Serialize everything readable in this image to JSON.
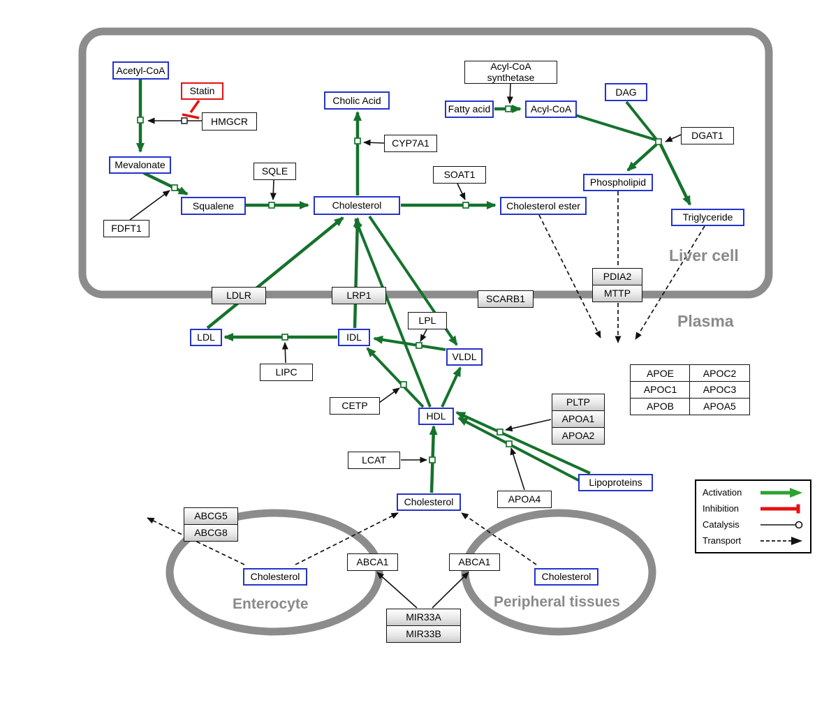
{
  "regions": {
    "liver": "Liver cell",
    "plasma": "Plasma",
    "enterocyte": "Enterocyte",
    "peripheral": "Peripheral tissues"
  },
  "nodes": {
    "acetyl_coa": "Acetyl-CoA",
    "statin": "Statin",
    "hmgcr": "HMGCR",
    "mevalonate": "Mevalonate",
    "fdft1": "FDFT1",
    "squalene": "Squalene",
    "sqle": "SQLE",
    "cholic_acid": "Cholic Acid",
    "cyp7a1": "CYP7A1",
    "cholesterol_liver": "Cholesterol",
    "soat1": "SOAT1",
    "cholesterol_ester": "Cholesterol ester",
    "acs_l1": "Acyl-CoA",
    "acs_l2": "synthetase",
    "fatty_acid": "Fatty acid",
    "acyl_coa": "Acyl-CoA",
    "dag": "DAG",
    "dgat1": "DGAT1",
    "phospholipid": "Phospholipid",
    "triglyceride": "Triglyceride",
    "ldlr": "LDLR",
    "lrp1": "LRP1",
    "scarb1": "SCARB1",
    "pdia2": "PDIA2",
    "mttp": "MTTP",
    "ldl": "LDL",
    "idl": "IDL",
    "lipc": "LIPC",
    "lpl": "LPL",
    "vldl": "VLDL",
    "cetp": "CETP",
    "hdl": "HDL",
    "lcat": "LCAT",
    "pltp": "PLTP",
    "apoa1": "APOA1",
    "apoa2": "APOA2",
    "apoa4": "APOA4",
    "lipoproteins": "Lipoproteins",
    "cholesterol_plasma": "Cholesterol",
    "abcg5": "ABCG5",
    "abcg8": "ABCG8",
    "cholesterol_enterocyte": "Cholesterol",
    "abca1_left": "ABCA1",
    "abca1_right": "ABCA1",
    "cholesterol_peripheral": "Cholesterol",
    "mir33a": "MIR33A",
    "mir33b": "MIR33B"
  },
  "apo_table": {
    "rows": [
      [
        "APOE",
        "APOC2"
      ],
      [
        "APOC1",
        "APOC3"
      ],
      [
        "APOB",
        "APOA5"
      ]
    ]
  },
  "legend": {
    "activation": "Activation",
    "inhibition": "Inhibition",
    "catalysis": "Catalysis",
    "transport": "Transport"
  },
  "colors": {
    "metabolite_border": "#2433cc",
    "enzyme_border": "#111111",
    "inhibition_red": "#e61111",
    "edge_green": "#15722c",
    "legend_green": "#2fa12f",
    "membrane_gray": "#8c8c8c",
    "label_gray": "#8a8a8a"
  }
}
